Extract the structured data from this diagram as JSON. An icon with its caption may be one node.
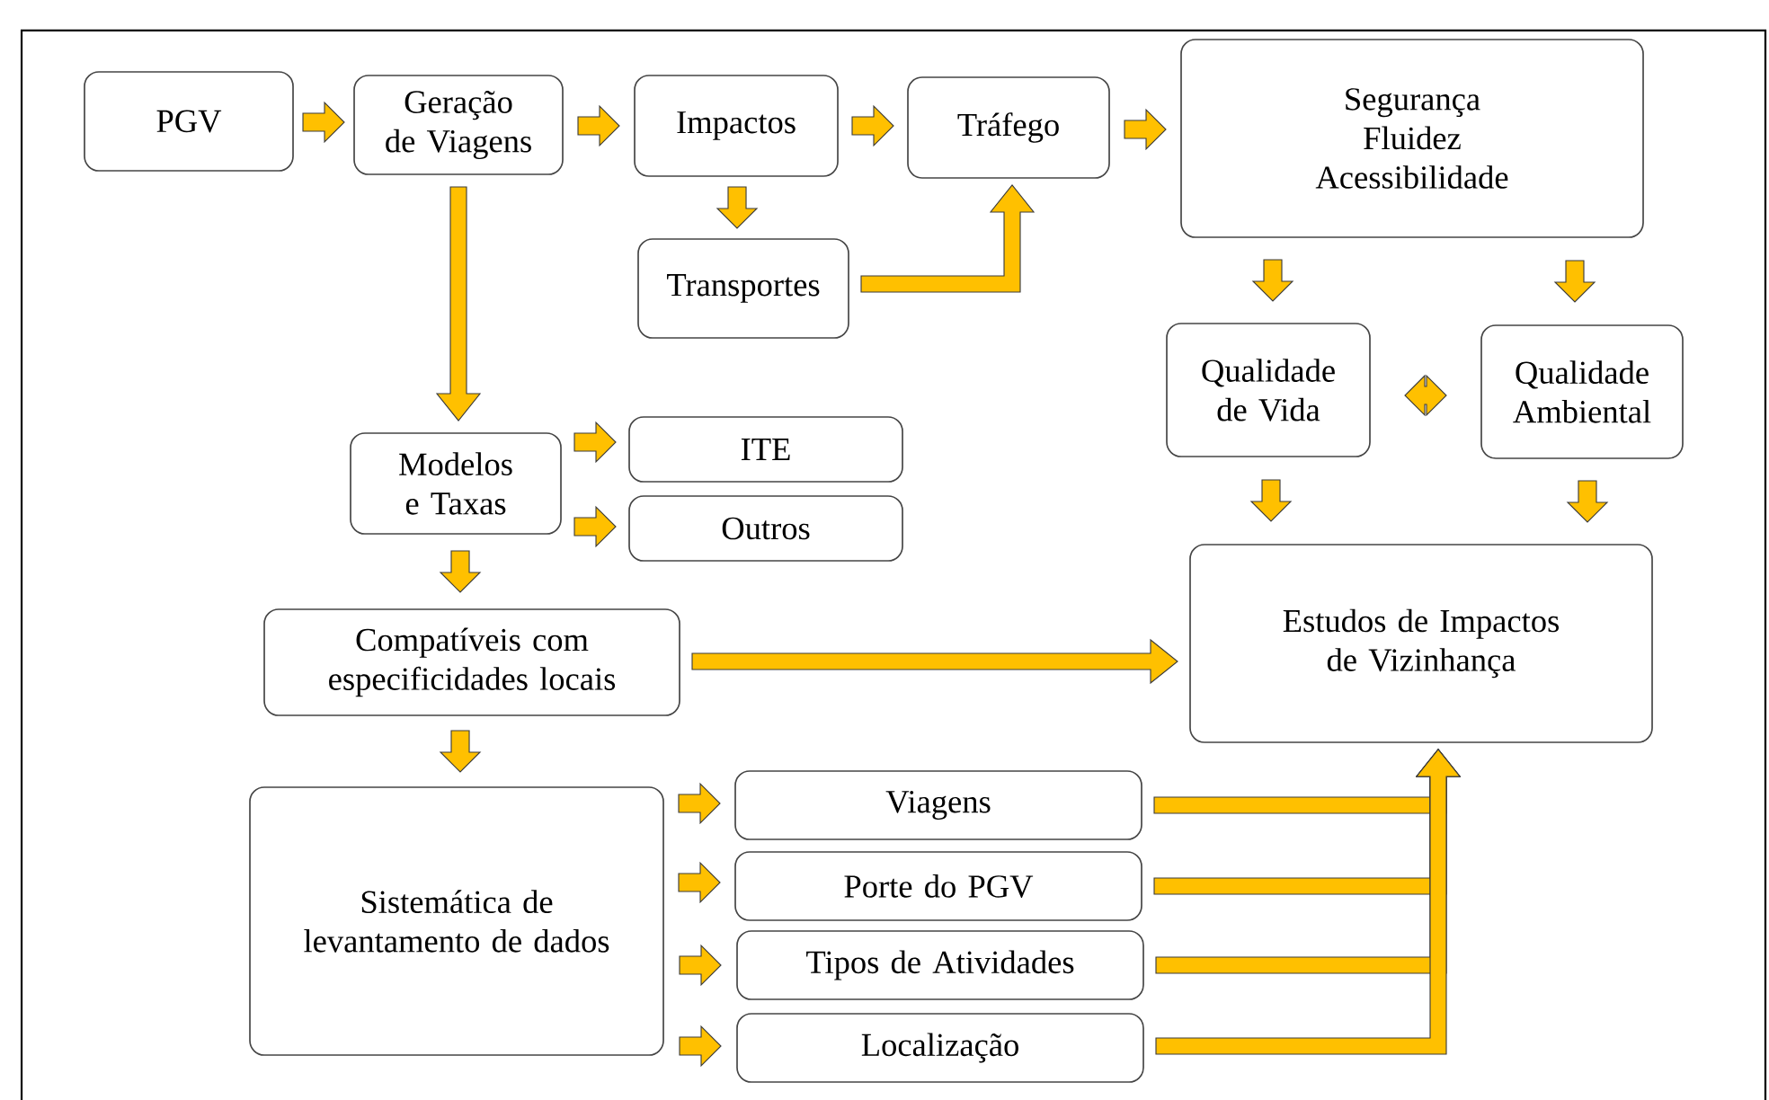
{
  "diagram": {
    "nodes": [
      {
        "text": [
          "PGV"
        ]
      },
      {
        "text": [
          "Geração de Viagens"
        ]
      },
      {
        "text": [
          "Impactos"
        ]
      },
      {
        "text": [
          "Tráfego"
        ]
      },
      {
        "text": [
          "Segurança",
          "Fluidez",
          "Acessibilidade"
        ]
      },
      {
        "text": [
          "Transportes"
        ]
      },
      {
        "text": [
          "Qualidade de Vida"
        ]
      },
      {
        "text": [
          "Qualidade Ambiental"
        ]
      },
      {
        "text": [
          "Modelos e Taxas"
        ]
      },
      {
        "text": [
          "ITE"
        ]
      },
      {
        "text": [
          "Outros"
        ]
      },
      {
        "text": [
          "Compatíveis com especificidades locais"
        ]
      },
      {
        "text": [
          "Estudos de Impactos de Vizinhança"
        ]
      },
      {
        "text": [
          "Sistemática de levantamento de dados"
        ]
      },
      {
        "text": [
          "Viagens"
        ]
      },
      {
        "text": [
          "Porte do PGV"
        ]
      },
      {
        "text": [
          "Tipos de Atividades"
        ]
      },
      {
        "text": [
          "Localização"
        ]
      }
    ],
    "edges": [
      {
        "from": 0,
        "to": 1,
        "arrow": "to"
      },
      {
        "from": 1,
        "to": 2,
        "arrow": "to"
      },
      {
        "from": 2,
        "to": 3,
        "arrow": "to"
      },
      {
        "from": 3,
        "to": 4,
        "arrow": "to"
      },
      {
        "from": 2,
        "to": 5,
        "arrow": "to"
      },
      {
        "from": 5,
        "to": 3,
        "arrow": "to"
      },
      {
        "from": 1,
        "to": 8,
        "arrow": "to"
      },
      {
        "from": 4,
        "to": 6,
        "arrow": "to"
      },
      {
        "from": 4,
        "to": 7,
        "arrow": "to"
      },
      {
        "from": 6,
        "to": 7,
        "arrow": "both"
      },
      {
        "from": 6,
        "to": 12,
        "arrow": "to"
      },
      {
        "from": 7,
        "to": 12,
        "arrow": "to"
      },
      {
        "from": 8,
        "to": 9,
        "arrow": "to"
      },
      {
        "from": 8,
        "to": 10,
        "arrow": "to"
      },
      {
        "from": 8,
        "to": 11,
        "arrow": "to"
      },
      {
        "from": 11,
        "to": 12,
        "arrow": "to"
      },
      {
        "from": 11,
        "to": 13,
        "arrow": "to"
      },
      {
        "from": 13,
        "to": 14,
        "arrow": "to"
      },
      {
        "from": 13,
        "to": 15,
        "arrow": "to"
      },
      {
        "from": 13,
        "to": 16,
        "arrow": "to"
      },
      {
        "from": 13,
        "to": 17,
        "arrow": "to"
      },
      {
        "from": 14,
        "to": 12,
        "arrow": "to"
      },
      {
        "from": 15,
        "to": 12,
        "arrow": "to"
      },
      {
        "from": 16,
        "to": 12,
        "arrow": "to"
      },
      {
        "from": 17,
        "to": 12,
        "arrow": "to"
      }
    ]
  }
}
